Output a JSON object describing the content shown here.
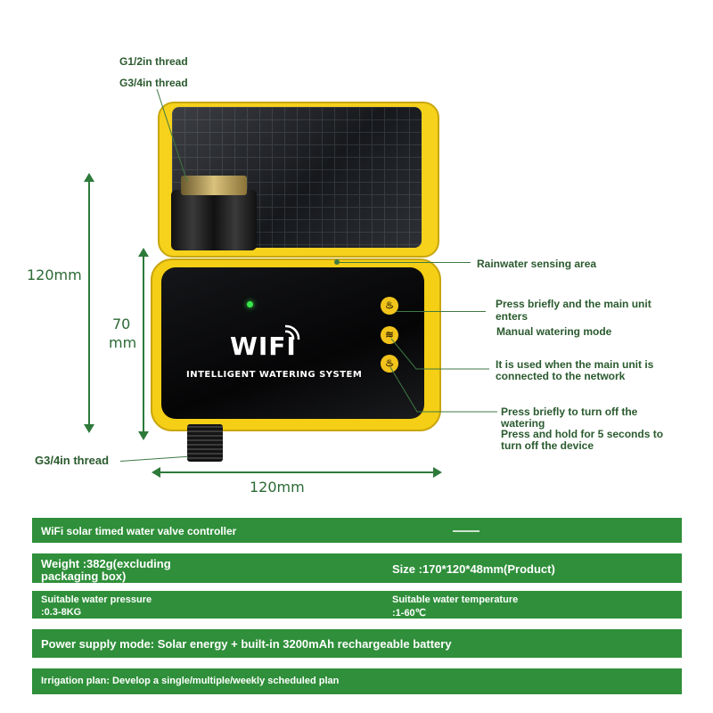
{
  "labels": {
    "g12_thread": "G1/2in thread",
    "g34_thread_top": "G3/4in thread",
    "g34_thread_bottom": "G3/4in thread",
    "height_total": "120mm",
    "height_body_1": "70",
    "height_body_2": "mm",
    "width": "120mm",
    "rain_area": "Rainwater sensing area",
    "btn1_a": "Press briefly and the main unit",
    "btn1_b": "enters",
    "btn1_c": "Manual watering mode",
    "btn2_a": "It is used when the main unit is",
    "btn2_b": "connected to the network",
    "btn3_a": "Press briefly to turn off the",
    "btn3_b": "watering",
    "btn3_c": "Press and hold for 5 seconds to",
    "btn3_d": "turn off the device"
  },
  "device": {
    "logo": "WIFI",
    "subtitle": "INTELLIGENT WATERING SYSTEM",
    "led_color": "#39e64a",
    "housing_color": "#f5cf15"
  },
  "specs": {
    "title": "WiFi solar timed water valve controller",
    "weight_1": "Weight :382g(excluding",
    "weight_2": "packaging box)",
    "size": "Size :170*120*48mm(Product)",
    "pressure_1": "Suitable water pressure",
    "pressure_2": ":0.3-8KG",
    "temp_1": "Suitable water temperature",
    "temp_2": ":1-60℃",
    "power": "Power supply mode: Solar energy + built-in 3200mAh rechargeable battery",
    "irrigation": "Irrigation plan: Develop a single/multiple/weekly scheduled plan",
    "bar_color": "#2f8f3a"
  }
}
